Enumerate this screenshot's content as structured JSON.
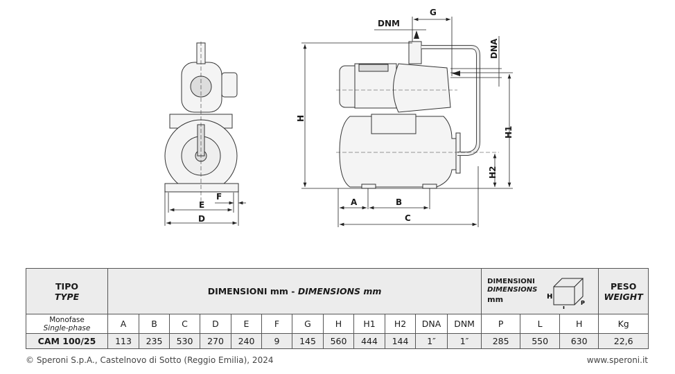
{
  "drawing": {
    "front_labels": {
      "E": "E",
      "F": "F",
      "D": "D"
    },
    "side_labels": {
      "H": "H",
      "H1": "H1",
      "H2": "H2",
      "A": "A",
      "B": "B",
      "C": "C",
      "G": "G",
      "DNM": "DNM",
      "DNA": "DNA"
    }
  },
  "table": {
    "tipo": "TIPO",
    "type": "TYPE",
    "dim_it": "DIMENSIONI mm - ",
    "dim_en": "DIMENSIONS mm",
    "pack_it": "DIMENSIONI",
    "pack_en": "DIMENSIONS",
    "pack_unit": "mm",
    "pack_icon_labels": {
      "H": "H",
      "L": "L",
      "P": "P"
    },
    "peso": "PESO",
    "weight": "WEIGHT",
    "phase_it": "Monofase",
    "phase_en": "Single-phase",
    "columns": [
      "A",
      "B",
      "C",
      "D",
      "E",
      "F",
      "G",
      "H",
      "H1",
      "H2",
      "DNA",
      "DNM",
      "P",
      "L",
      "H",
      "Kg"
    ],
    "rows": [
      {
        "model": "CAM 100/25",
        "values": [
          "113",
          "235",
          "530",
          "270",
          "240",
          "9",
          "145",
          "560",
          "444",
          "144",
          "1″",
          "1″",
          "285",
          "550",
          "630",
          "22,6"
        ]
      }
    ]
  },
  "footer": {
    "copyright": "© Speroni S.p.A., Castelnovo di Sotto (Reggio Emilia), 2024",
    "website": "www.speroni.it"
  }
}
